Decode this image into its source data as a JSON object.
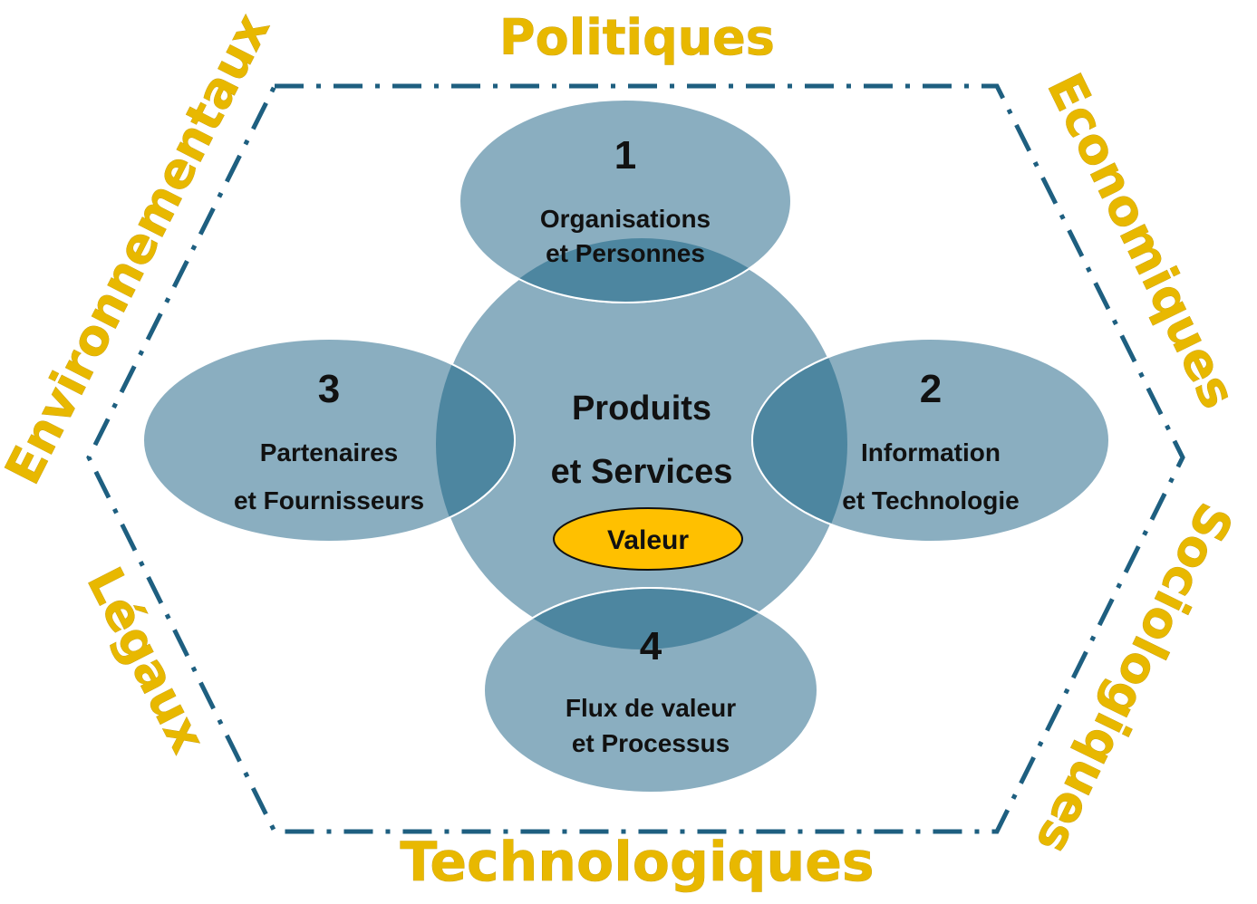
{
  "factors": {
    "top": "Politiques",
    "upper_right": "Economiques",
    "lower_right": "Sociologiques",
    "bottom": "Technologiques",
    "lower_left": "Légaux",
    "upper_left": "Environnementaux"
  },
  "dimensions": [
    {
      "number": "1",
      "line1": "Organisations",
      "line2": "et Personnes"
    },
    {
      "number": "2",
      "line1": "Information",
      "line2": "et Technologie"
    },
    {
      "number": "3",
      "line1": "Partenaires",
      "line2": "et Fournisseurs"
    },
    {
      "number": "4",
      "line1": "Flux de valeur",
      "line2": "et Processus"
    }
  ],
  "center": {
    "line1": "Produits",
    "line2": "et Services",
    "badge": "Valeur"
  },
  "colors": {
    "ellipse_fill": "#8AAEC0",
    "overlap_fill": "#4D86A0",
    "hexagon_stroke": "#1E5F80",
    "factor_text": "#E8B800",
    "badge_fill": "#FFC000"
  }
}
